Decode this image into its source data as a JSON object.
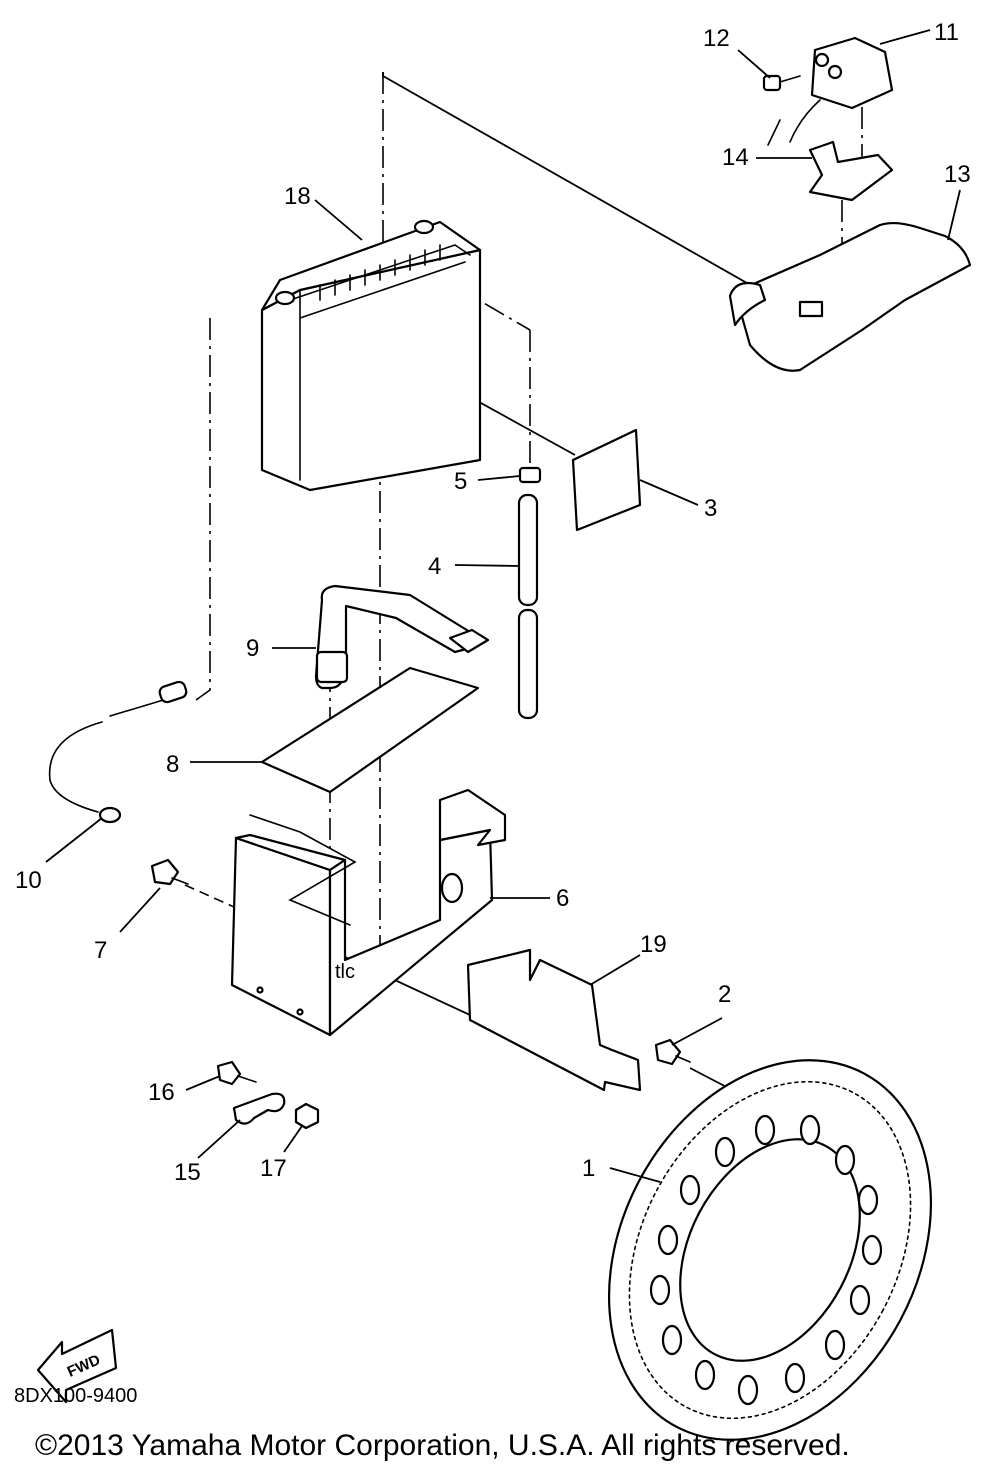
{
  "diagram": {
    "drawing_code": "8DX100-9400",
    "copyright": "©2013 Yamaha Motor Corporation, U.S.A. All rights reserved.",
    "fwd_label": "FWD",
    "callouts": [
      {
        "id": "c1",
        "label": "1"
      },
      {
        "id": "c2",
        "label": "2"
      },
      {
        "id": "c3",
        "label": "3"
      },
      {
        "id": "c4",
        "label": "4"
      },
      {
        "id": "c5",
        "label": "5"
      },
      {
        "id": "c6",
        "label": "6"
      },
      {
        "id": "c7",
        "label": "7"
      },
      {
        "id": "c8",
        "label": "8"
      },
      {
        "id": "c9",
        "label": "9"
      },
      {
        "id": "c10",
        "label": "10"
      },
      {
        "id": "c11",
        "label": "11"
      },
      {
        "id": "c12",
        "label": "12"
      },
      {
        "id": "c13",
        "label": "13"
      },
      {
        "id": "c14",
        "label": "14"
      },
      {
        "id": "c15",
        "label": "15"
      },
      {
        "id": "c16",
        "label": "16"
      },
      {
        "id": "c17",
        "label": "17"
      },
      {
        "id": "c18",
        "label": "18"
      },
      {
        "id": "c19",
        "label": "19"
      }
    ]
  }
}
